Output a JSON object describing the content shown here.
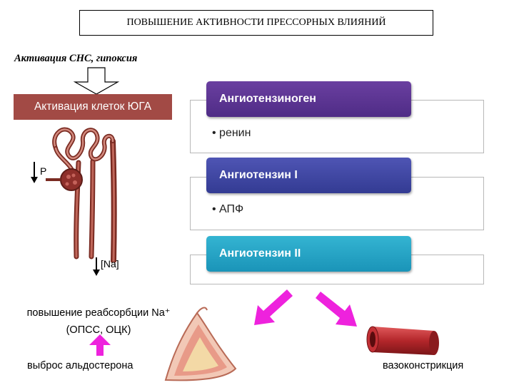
{
  "title": "ПОВЫШЕНИЕ АКТИВНОСТИ ПРЕССОРНЫХ ВЛИЯНИЙ",
  "trigger": "Активация СНС, гипоксия",
  "juga": "Активация клеток ЮГА",
  "cascade": {
    "stage1": "Ангиотензиноген",
    "enzyme1": "• ренин",
    "stage2": "Ангиотензин I",
    "enzyme2": "• АПФ",
    "stage3": "Ангиотензин II"
  },
  "nephron": {
    "pressure_label": "P",
    "sodium_label": "[Na]"
  },
  "effects": {
    "reabsorption_line1": "повышение реабсорбции Na⁺",
    "reabsorption_line2": "(ОПСС, ОЦК)",
    "aldosterone": "выброс альдостерона",
    "vasoconstriction": "вазоконстрикция"
  },
  "colors": {
    "juga_box": "#a24a45",
    "angiotensinogen": "#5b3493",
    "angiotensin_1": "#3b42a0",
    "angiotensin_2": "#23a3c6",
    "arrows": "#ee22dd",
    "vessel": "#b3262a"
  }
}
